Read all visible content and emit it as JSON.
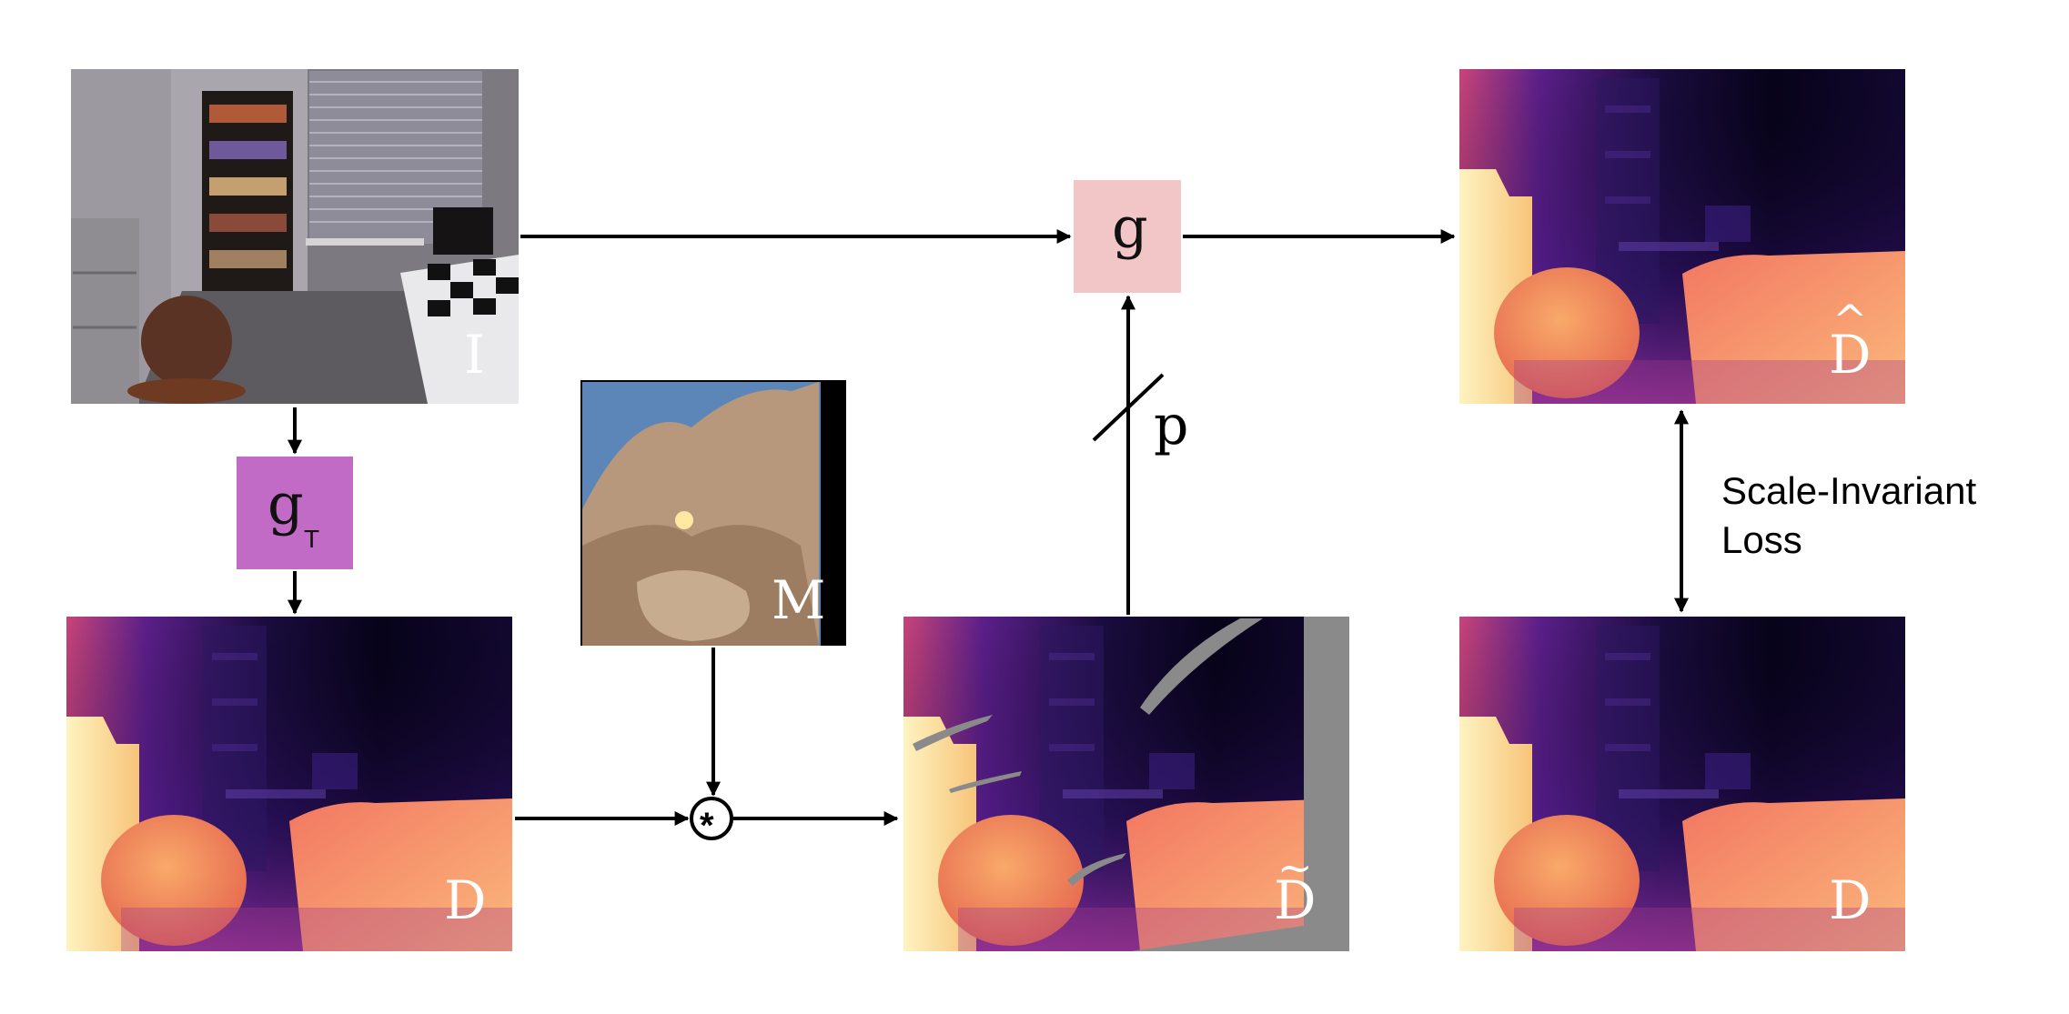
{
  "nodes": {
    "input_image": {
      "label": "I"
    },
    "teacher": {
      "label": "g",
      "subscript": "T",
      "color": "#c26bc6"
    },
    "teacher_depth": {
      "label": "D"
    },
    "mask": {
      "label": "M"
    },
    "convolution": {
      "symbol": "*"
    },
    "masked_depth": {
      "label": "D",
      "accent": "~"
    },
    "model": {
      "label": "g",
      "color": "#f2c6c6"
    },
    "prediction": {
      "label": "D",
      "accent": "^"
    },
    "target_depth": {
      "label": "D"
    }
  },
  "edges": {
    "input_param": {
      "label": "p"
    }
  },
  "loss": {
    "line1": "Scale-Invariant",
    "line2": "Loss"
  },
  "colors": {
    "arrow": "#000000",
    "label_on_image": "#ffffff",
    "mask_region": "#8a8a8a",
    "depth_near": "#fbe9a3",
    "depth_mid": "#e8674f",
    "depth_far": "#07031a"
  }
}
